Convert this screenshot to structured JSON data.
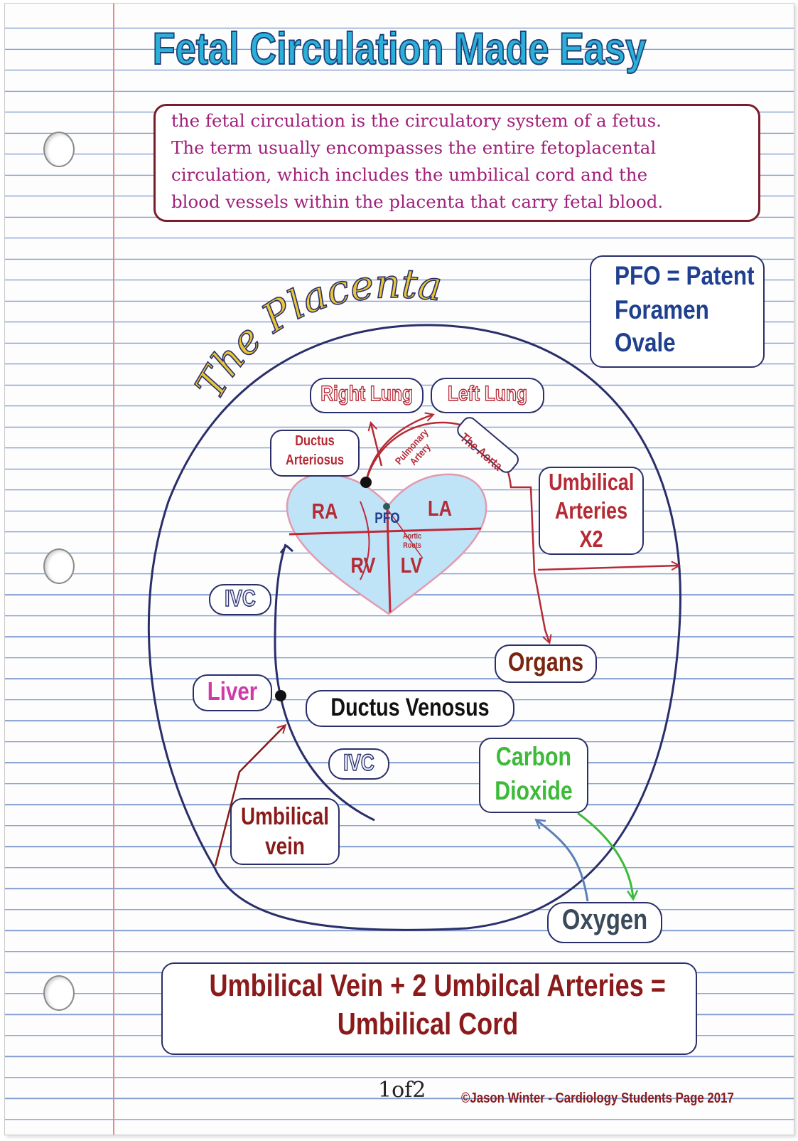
{
  "title": "Fetal Circulation Made Easy",
  "intro": {
    "lines": [
      "the fetal circulation is the circulatory system of a fetus.",
      "The term usually encompasses the entire fetoplacental",
      "circulation, which includes the umbilical cord and the",
      "blood vessels within the placenta that carry fetal blood."
    ]
  },
  "pfo_note": {
    "lines": [
      "PFO = Patent",
      "Foramen",
      "Ovale"
    ]
  },
  "diagram": {
    "placenta_label": "The Placenta",
    "right_lung": "Right Lung",
    "left_lung": "Left Lung",
    "ductus_arteriosus": [
      "Ductus",
      "Arteriosus"
    ],
    "pulmonary_artery": [
      "Pulmonary",
      "Artery"
    ],
    "aorta": "The Aorta",
    "umbilical_arteries": [
      "Umbilical",
      "Arteries",
      "X2"
    ],
    "heart": {
      "ra": "RA",
      "la": "LA",
      "rv": "RV",
      "lv": "LV",
      "pfo": "PFO",
      "aortic_roots": [
        "Aortic",
        "Roots"
      ]
    },
    "ivc_upper": "IVC",
    "ivc_lower": "IVC",
    "liver": "Liver",
    "ductus_venosus": "Ductus Venosus",
    "organs": "Organs",
    "carbon_dioxide": [
      "Carbon",
      "Dioxide"
    ],
    "oxygen": "Oxygen",
    "umbilical_vein": [
      "Umbilical",
      "vein"
    ]
  },
  "summary": {
    "line1": "Umbilical Vein + 2 Umbilcal Arteries =",
    "line2": "Umbilical Cord"
  },
  "footer": {
    "page": "1of2",
    "copyright": "©Jason Winter - Cardiology Students Page  2017"
  },
  "colors": {
    "title_fill": "#2bb0d8",
    "intro_text": "#a0207a",
    "navy": "#2a2f6a",
    "artery_red": "#b52a35",
    "heart_fill": "#bfe3f7",
    "liver_pink": "#d03aa8",
    "co2_green": "#3dba3a",
    "organs_brown": "#7a2510",
    "placenta_gold": "#e8c637"
  }
}
